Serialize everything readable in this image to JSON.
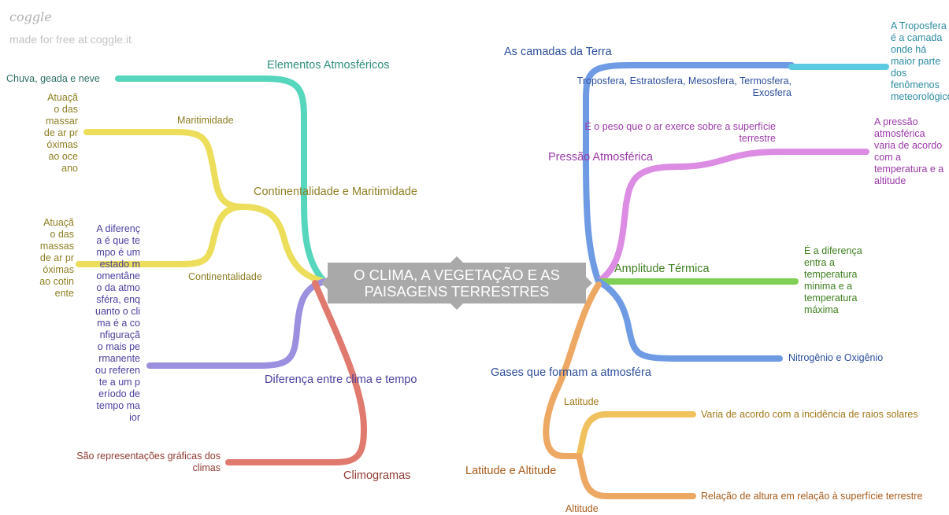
{
  "watermark": {
    "brand": "coggle",
    "tagline": "made for free at coggle.it"
  },
  "central": {
    "title": "O CLIMA, A VEGETAÇÃO E AS PAISAGENS TERRESTRES"
  },
  "colors": {
    "teal": "#56d6bd",
    "yellow": "#ecde5a",
    "purple": "#9b8fe0",
    "red": "#e07a6e",
    "blue": "#6f9be5",
    "cyan": "#5ccae0",
    "pink": "#dc8ce2",
    "green": "#7fcf55",
    "orange": "#eda863",
    "gold": "#efc25e",
    "node": "#a9a9a9"
  },
  "branches": {
    "elementos": {
      "label": "Elementos Atmosféricos",
      "child": "Chuva, geada e neve"
    },
    "continentalidade": {
      "label": "Continentalidade e Maritimidade",
      "maritimidade": {
        "label": "Maritimidade",
        "note": "Atuação das massar de ar próximas ao oceano"
      },
      "continentalidade": {
        "label": "Continentalidade",
        "note": "Atuação das massas de ar próximas ao cotinente"
      }
    },
    "diferenca": {
      "label": "Diferença entre clima e tempo",
      "note": "A diferença é que tempo é um estado momentâneo da atmosféra, enquanto o clima é a configuração mais permanente ou referente a um período de tempo maior"
    },
    "climogramas": {
      "label": "Climogramas",
      "note": "São representações gráficas dos climas"
    },
    "camadas": {
      "label": "As camadas da Terra",
      "layers": "Troposfera, Estratosfera, Mesosfera, Termosfera, Exosfera",
      "note": "A Troposfera é a camada onde há maior parte dos fenômenos meteorológicos"
    },
    "pressao": {
      "label": "Pressão Atmosférica",
      "definition": "É o peso que o ar exerce sobre a superfície terrestre",
      "note": "A pressão atmosférica varia de acordo com a temperatura e a altitude"
    },
    "amplitude": {
      "label": "Amplitude Térmica",
      "note": "É a diferença entra a temperatura minima e a temperatura máxima"
    },
    "gases": {
      "label": "Gases que formam a atmosféra",
      "note": "Nitrogênio e Oxigênio"
    },
    "latitude_altitude": {
      "label": "Latitude e Altitude",
      "latitude": {
        "label": "Latitude",
        "note": "Varia de acordo com a incidência de raios solares"
      },
      "altitude": {
        "label": "Altitude",
        "note": "Relação de altura em relação à superfície terrestre"
      }
    }
  }
}
